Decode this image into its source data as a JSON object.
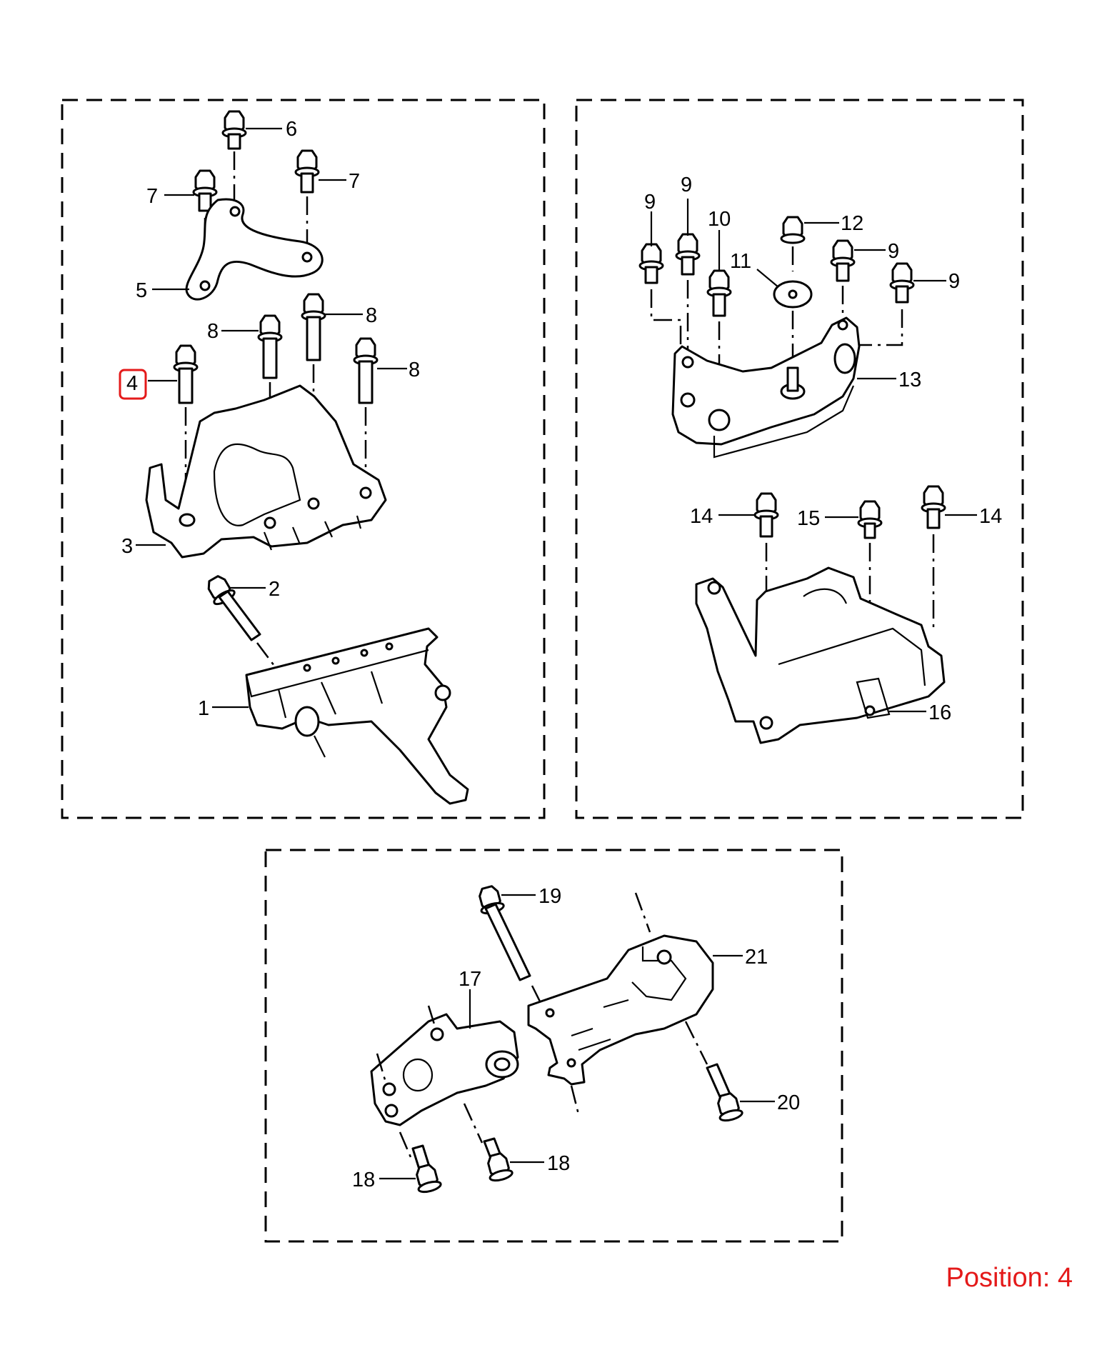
{
  "diagram": {
    "callouts": {
      "c1": "1",
      "c2": "2",
      "c3": "3",
      "c4": "4",
      "c5": "5",
      "c6": "6",
      "c7": "7",
      "c8": "8",
      "c9": "9",
      "c10": "10",
      "c11": "11",
      "c12": "12",
      "c13": "13",
      "c14": "14",
      "c15": "15",
      "c16": "16",
      "c17": "17",
      "c18": "18",
      "c19": "19",
      "c20": "20",
      "c21": "21"
    },
    "highlighted_callout": "4",
    "highlight_color": "#e41a1a"
  },
  "position_label": "Position: 4"
}
